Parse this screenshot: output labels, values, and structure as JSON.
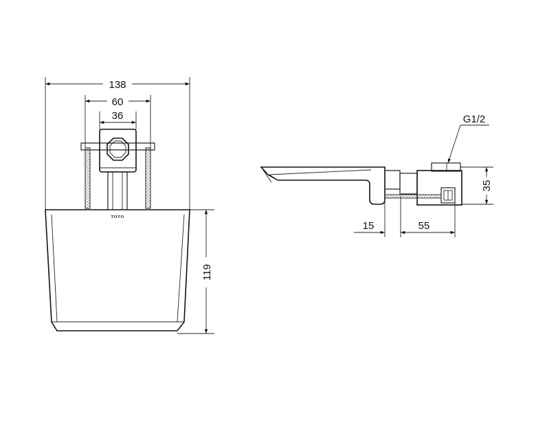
{
  "drawing": {
    "brand": "TOTO",
    "front_view": {
      "dim_overall_width": "138",
      "dim_bracket_span": "60",
      "dim_nut_width": "36",
      "dim_body_height": "119"
    },
    "side_view": {
      "dim_thread": "G1/2",
      "dim_height": "35",
      "dim_offset_a": "15",
      "dim_offset_b": "55"
    }
  }
}
